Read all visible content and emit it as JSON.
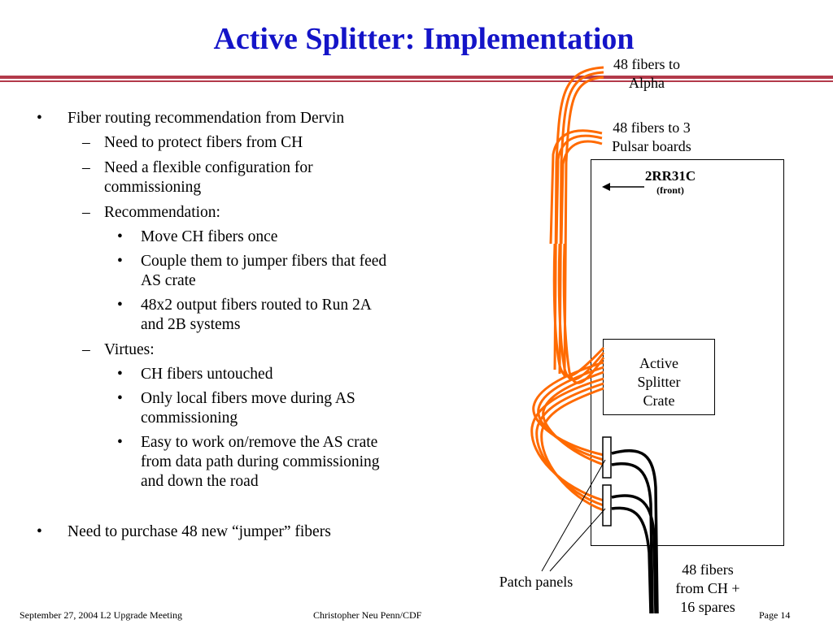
{
  "title": "Active Splitter: Implementation",
  "bullets": {
    "b1": "Fiber routing recommendation from Dervin",
    "b1_1": "Need to protect fibers from CH",
    "b1_2a": "Need a flexible configuration for",
    "b1_2b": "commissioning",
    "b1_3": "Recommendation:",
    "b1_3_1": "Move CH fibers once",
    "b1_3_2a": "Couple them to jumper fibers that feed",
    "b1_3_2b": "AS crate",
    "b1_3_3a": "48x2 output fibers routed to Run 2A",
    "b1_3_3b": "and 2B systems",
    "b1_4": "Virtues:",
    "b1_4_1": "CH fibers untouched",
    "b1_4_2a": "Only local fibers move during AS",
    "b1_4_2b": "commissioning",
    "b1_4_3a": "Easy to work on/remove the AS crate",
    "b1_4_3b": "from data path during commissioning",
    "b1_4_3c": "and down the road",
    "b2": "Need to purchase 48 new “jumper” fibers",
    "dot": "•",
    "dash": "–"
  },
  "diagram": {
    "alpha_l1": "48 fibers to",
    "alpha_l2": "Alpha",
    "pulsar_l1": "48 fibers to 3",
    "pulsar_l2": "Pulsar boards",
    "crate_name": "2RR31C",
    "crate_side": "(front)",
    "as_l1": "Active",
    "as_l2": "Splitter",
    "as_l3": "Crate",
    "patch": "Patch panels",
    "ch_l1": "48 fibers",
    "ch_l2": "from CH +",
    "ch_l3": "16 spares",
    "fiber_color": "#ff6a00",
    "cable_color": "#000000"
  },
  "footer": {
    "date": "September 27, 2004  L2 Upgrade Meeting",
    "author": "Christopher Neu  Penn/CDF",
    "page": "Page 14"
  },
  "colors": {
    "title": "#1414c8",
    "rule": "#b33a4a"
  }
}
